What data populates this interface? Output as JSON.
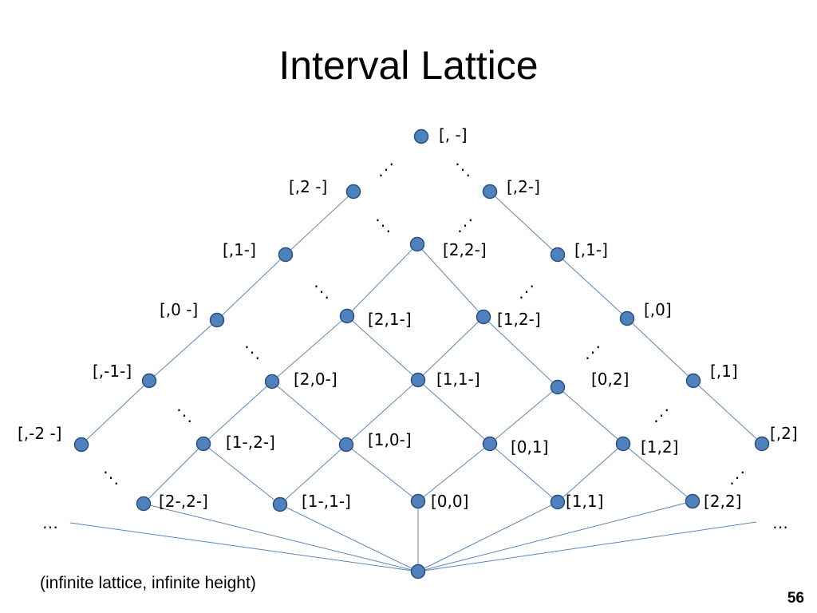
{
  "title": "Interval Lattice",
  "caption": "(infinite lattice, infinite height)",
  "page_number": "56",
  "ellipsis": "…",
  "ellipsis_diag": "⋱",
  "ellipsis_anti": "⋰",
  "nodes": {
    "top": "[,  -]",
    "bottom": "",
    "c_2l": "[,2 -]",
    "c_2r": "[,2-]",
    "c_1l": "[,1-]",
    "c_1r": "[,1-]",
    "c_0l": "[,0 -]",
    "c_0r": "[,0]",
    "c_m1l": "[,-1-]",
    "c_p1r": "[,1]",
    "c_m2l": "[,-2 -]",
    "c_p2r": "[,2]",
    "i_22m": "[2,2-]",
    "i_21m": "[2,1-]",
    "i_12m": "[1,2-]",
    "i_20m": "[2,0-]",
    "i_11m": "[1,1-]",
    "i_02": "[0,2]",
    "i_1m2m": "[1-,2-]",
    "i_10m": "[1,0-]",
    "i_01": "[0,1]",
    "i_12": "[1,2]",
    "i_2m2m": "[2-,2-]",
    "i_1m1m": "[1-,1-]",
    "i_00": "[0,0]",
    "i_11": "[1,1]",
    "i_22": "[2,2]"
  },
  "colors": {
    "node_fill": "#4f81bd",
    "node_stroke": "#2c4f7c",
    "edge": "#5b85b8"
  }
}
